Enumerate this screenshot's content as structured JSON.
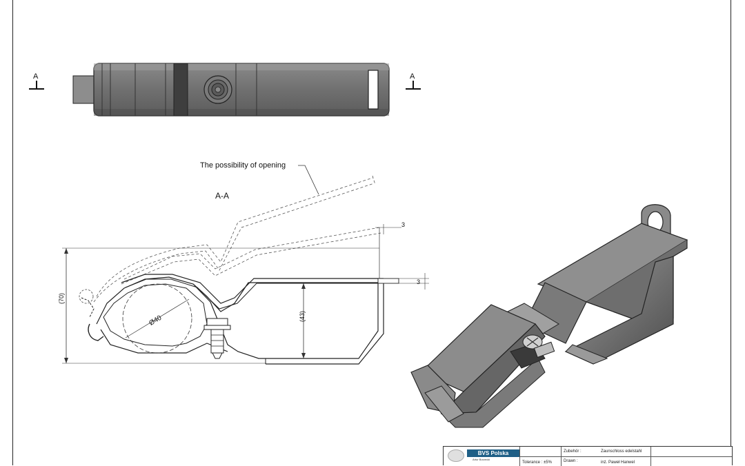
{
  "views": {
    "top_marker_left": "A",
    "top_marker_right": "A",
    "section_label": "A-A"
  },
  "annotations": {
    "opening_note": "The possibility of opening"
  },
  "dimensions": {
    "height_total": "(70)",
    "height_inner": "(43)",
    "diameter": "Ø40",
    "gap_top": "3",
    "gap_right": "3"
  },
  "title_block": {
    "company": "BVS Polska",
    "company_sub": "Artur Borzecki",
    "field1_label": "Zubehör :",
    "field1_value": "Zaunschloss edelstahl",
    "tolerance": "Tolerance : ±5%",
    "field2_label": "Drawn :",
    "field2_value": "inż. Paweł Hanwel",
    "brand_color": "#1f5f86"
  }
}
